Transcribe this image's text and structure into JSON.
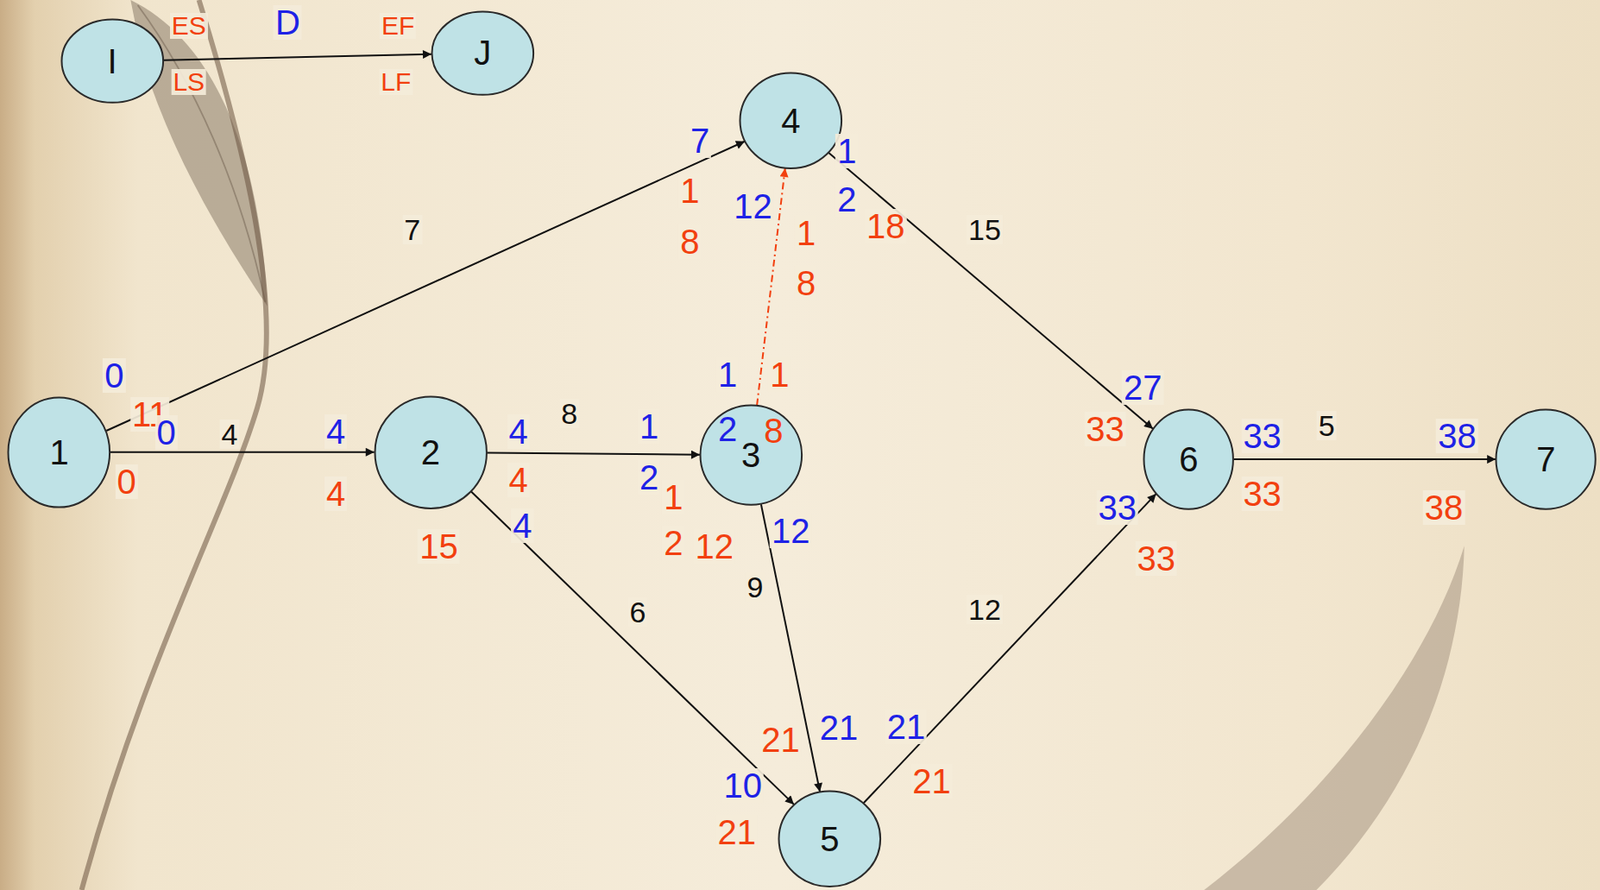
{
  "diagram": {
    "nodes": [
      {
        "text": [
          "I"
        ]
      },
      {
        "text": [
          "J"
        ]
      },
      {
        "text": [
          "4"
        ]
      },
      {
        "text": [
          "1"
        ]
      },
      {
        "text": [
          "2"
        ]
      },
      {
        "text": [
          "3"
        ]
      },
      {
        "text": [
          "6"
        ]
      },
      {
        "text": [
          "7"
        ]
      },
      {
        "text": [
          "5"
        ]
      }
    ],
    "edges": [
      {
        "from": 0,
        "to": 1,
        "arrow": "to",
        "label": "D"
      },
      {
        "from": 3,
        "to": 2,
        "arrow": "to",
        "label": "7"
      },
      {
        "from": 3,
        "to": 4,
        "arrow": "to",
        "label": "4"
      },
      {
        "from": 4,
        "to": 5,
        "arrow": "to",
        "label": "8"
      },
      {
        "from": 4,
        "to": 8,
        "arrow": "to",
        "label": "6"
      },
      {
        "from": 5,
        "to": 2,
        "arrow": "to"
      },
      {
        "from": 5,
        "to": 8,
        "arrow": "to",
        "label": "9"
      },
      {
        "from": 2,
        "to": 6,
        "arrow": "to",
        "label": "15"
      },
      {
        "from": 8,
        "to": 6,
        "arrow": "to",
        "label": "12"
      },
      {
        "from": 6,
        "to": 7,
        "arrow": "to",
        "label": "5"
      }
    ],
    "labels": [
      "ES",
      "EF",
      "LS",
      "LF",
      "7",
      "1",
      "1",
      "12",
      "18",
      "2",
      "8",
      "1",
      "8",
      "0",
      "1",
      "1",
      "11",
      "1",
      "2",
      "8",
      "0",
      "4",
      "4",
      "33",
      "38",
      "27",
      "33",
      "2",
      "0",
      "4",
      "4",
      "33",
      "1",
      "33",
      "38",
      "12",
      "4",
      "15",
      "2",
      "12",
      "33",
      "21",
      "21",
      "21",
      "21",
      "10",
      "21"
    ]
  }
}
